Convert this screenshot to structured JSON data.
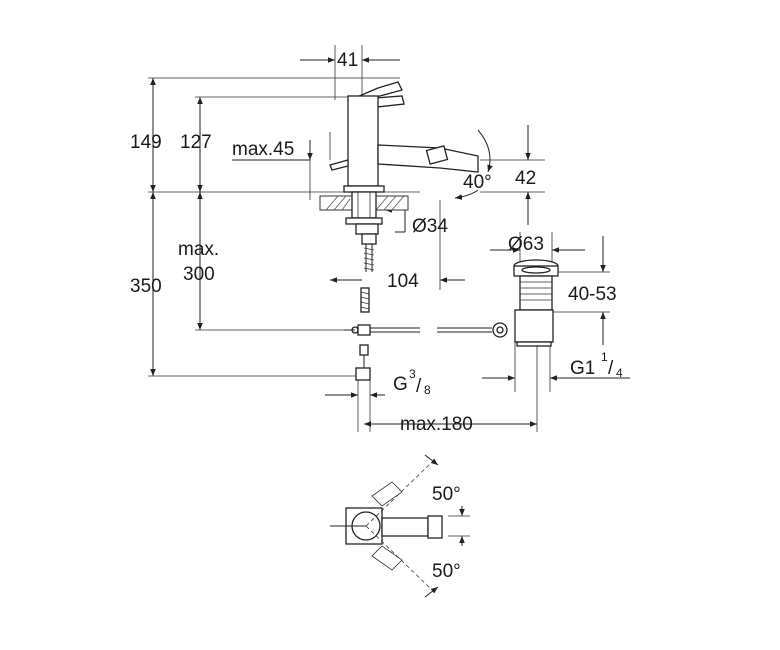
{
  "dimensions": {
    "spout_width": "41",
    "total_height": "149",
    "lever_height": "127",
    "max_deck": "max.45",
    "spout_angle": "40°",
    "spout_offset": "42",
    "hole_diameter": "Ø34",
    "waste_diameter": "Ø63",
    "max_300_line1": "max.",
    "max_300_line2": "300",
    "hose_length": "350",
    "spout_reach": "104",
    "waste_range": "40-53",
    "supply_thread": "G",
    "supply_num": "3",
    "supply_den": "8",
    "waste_thread": "G1",
    "waste_num": "1",
    "waste_den": "4",
    "max_reach": "max.180",
    "rotation_top": "50°",
    "rotation_bottom": "50°"
  }
}
